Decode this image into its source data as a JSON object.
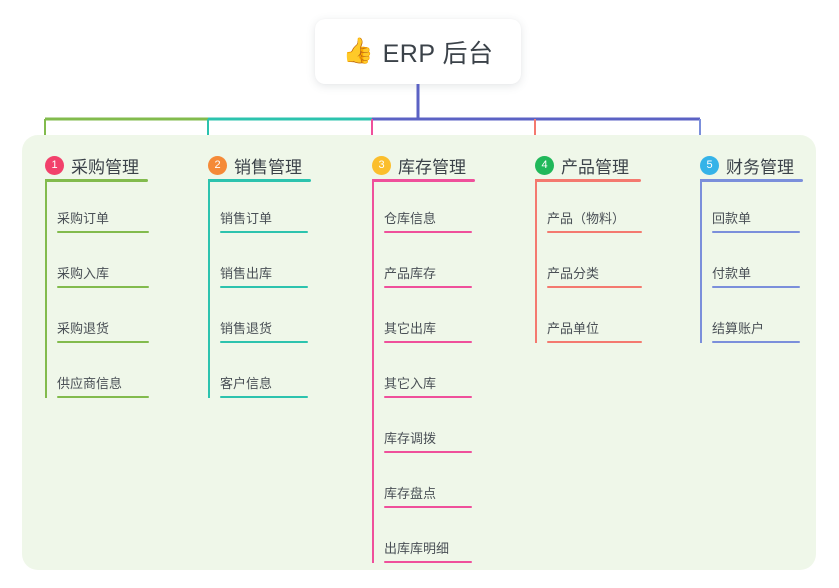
{
  "root": {
    "icon": "thumbs-up-icon",
    "emoji": "👍",
    "title": "ERP 后台"
  },
  "theme": {
    "page_bg": "#ffffff",
    "panel_bg": "#eff7e9",
    "card_bg": "#ffffff",
    "title_color": "#3b4249",
    "leaf_color": "#4a5056",
    "trunk_color": "#5b62c4"
  },
  "columns": [
    {
      "index": "1",
      "title": "采购管理",
      "badge_color": "#f2416b",
      "line_color": "#82bb4d",
      "items": [
        "采购订单",
        "采购入库",
        "采购退货",
        "供应商信息"
      ]
    },
    {
      "index": "2",
      "title": "销售管理",
      "badge_color": "#f58a38",
      "line_color": "#2cc3ae",
      "items": [
        "销售订单",
        "销售出库",
        "销售退货",
        "客户信息"
      ]
    },
    {
      "index": "3",
      "title": "库存管理",
      "badge_color": "#fbbe2c",
      "line_color": "#ef509b",
      "items": [
        "仓库信息",
        "产品库存",
        "其它出库",
        "其它入库",
        "库存调拨",
        "库存盘点",
        "出库库明细"
      ]
    },
    {
      "index": "4",
      "title": "产品管理",
      "badge_color": "#20b85a",
      "line_color": "#f4796f",
      "items": [
        "产品（物料）",
        "产品分类",
        "产品单位"
      ]
    },
    {
      "index": "5",
      "title": "财务管理",
      "badge_color": "#35b3e8",
      "line_color": "#7b8fdb",
      "items": [
        "回款单",
        "付款单",
        "结算账户"
      ]
    }
  ]
}
